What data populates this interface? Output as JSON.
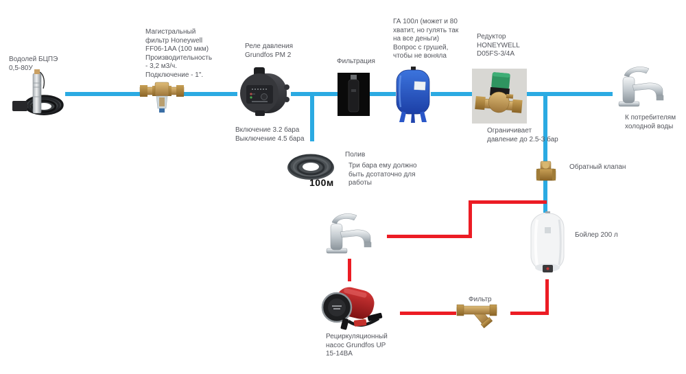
{
  "colors": {
    "cold_water": "#2baae2",
    "hot_water": "#ec1c24",
    "label_text": "#53555c"
  },
  "nodes": {
    "well_pump": {
      "label": "Водолей БЦПЭ\n0,5-80У"
    },
    "main_filter": {
      "label": "Магистральный\nфильтр Honeywell\nFF06-1AA (100 мкм)\nПроизводительность\n- 3,2 м3/ч.\nПодключение - 1\"."
    },
    "pressure_relay": {
      "label": "Реле давления\nGrundfos PM 2",
      "note": "Включение 3.2 бара\nВыключение 4.5 бара"
    },
    "filtration": {
      "label": "Фильтрация"
    },
    "irrigation": {
      "label": "Полив",
      "note": "Три бара ему должно\nбыть дсотаточно для\nработы",
      "hose_length": "100м"
    },
    "accumulator": {
      "label": "ГА 100л (может и 80\nхватит, но гулять так\nна все деньги)\nВопрос с грушей,\nчтобы не воняла"
    },
    "reducer": {
      "label": "Редуктор\nHONEYWELL\nD05FS-3/4A",
      "note": "Ограничивает\nдавление до 2.5-3 бар"
    },
    "cold_consumers": {
      "label": "К потребителям\nхолодной воды"
    },
    "check_valve": {
      "label": "Обратный клапан"
    },
    "boiler": {
      "label": "Бойлер 200 л"
    },
    "recirc_pump": {
      "label": "Рециркуляционный\nнасос Grundfos UP\n15-14BA"
    },
    "hot_filter": {
      "label": "Фильтр"
    }
  }
}
